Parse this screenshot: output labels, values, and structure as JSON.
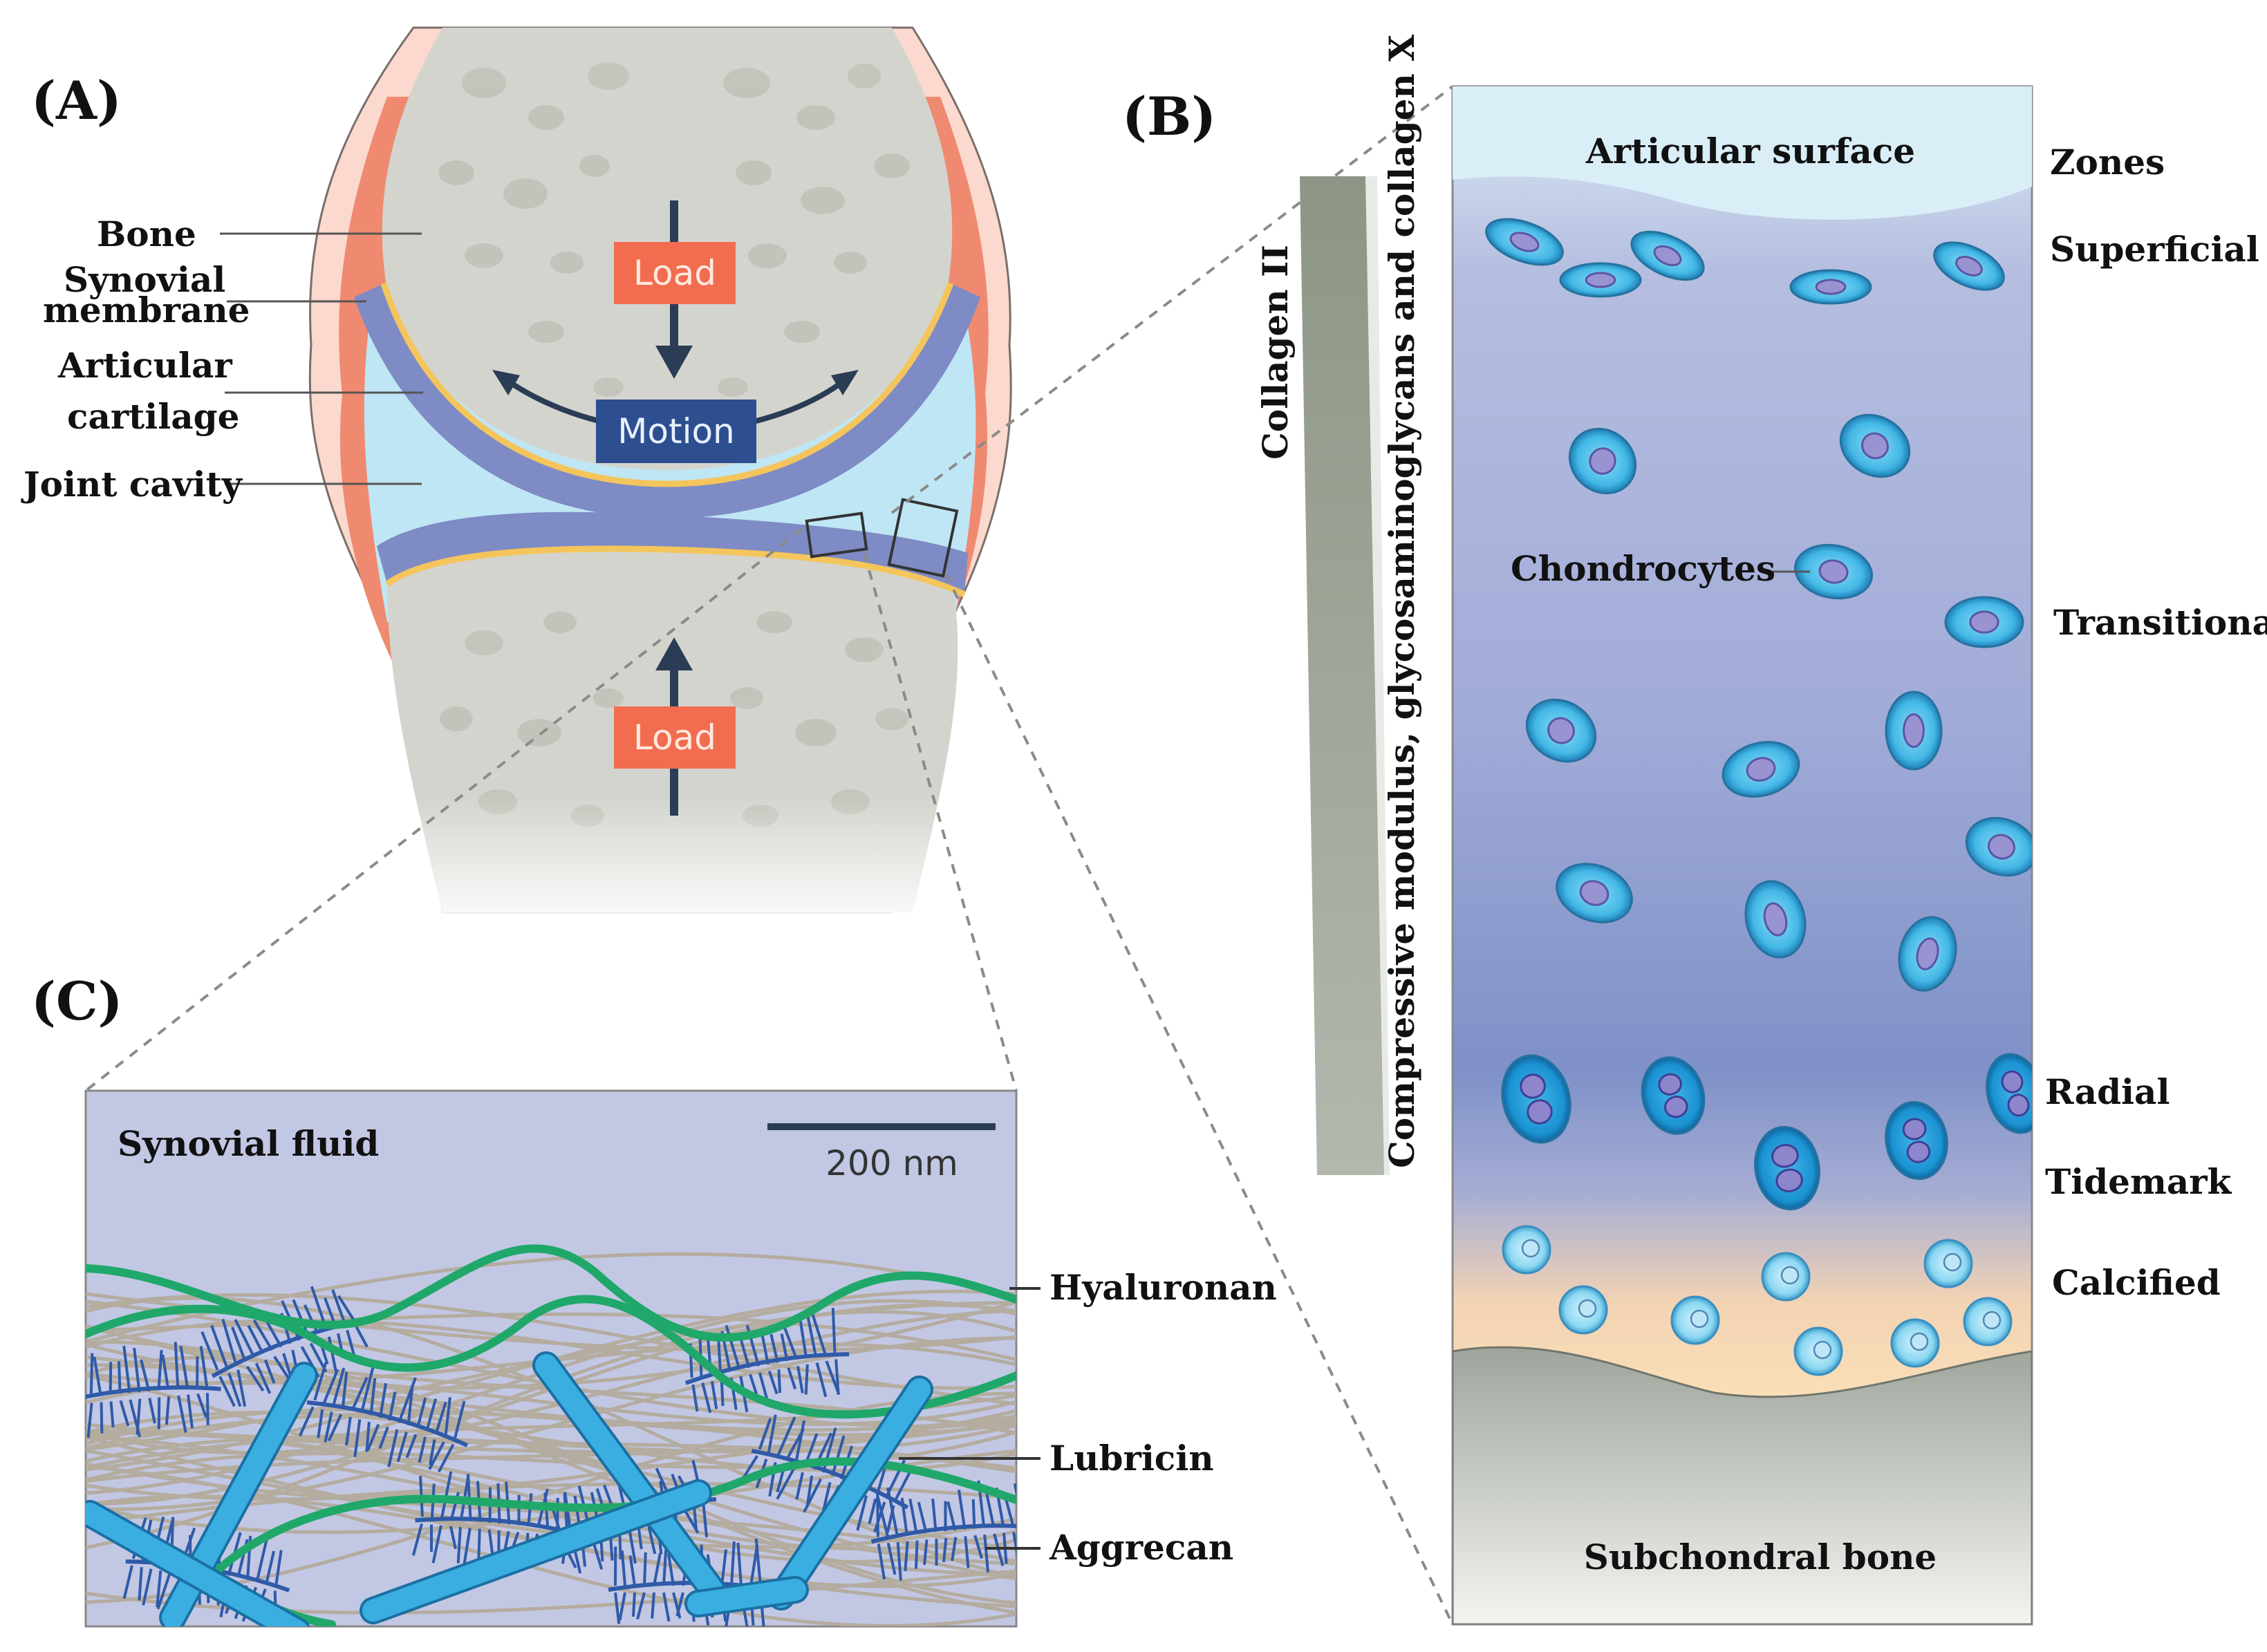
{
  "panel_a": {
    "letter": "(A)",
    "labels": {
      "bone": "Bone",
      "synovial_1": "Synovial",
      "synovial_2": "membrane",
      "articular_1": "Articular",
      "articular_2": "cartilage",
      "joint_cavity": "Joint cavity"
    },
    "load_top": "Load",
    "motion": "Motion",
    "load_bottom": "Load"
  },
  "panel_b": {
    "letter": "(B)",
    "gradient_label_1": "Collagen II",
    "gradient_label_2": "Compressive modulus, glycosaminoglycans  and collagen X",
    "articular_surface": "Articular surface",
    "chondrocytes": "Chondrocytes",
    "subchondral_bone": "Subchondral bone",
    "zones_title": "Zones",
    "zones": {
      "superficial": "Superficial",
      "transitional": "Transitional",
      "radial": "Radial",
      "tidemark": "Tidemark",
      "calcified": "Calcified"
    }
  },
  "panel_c": {
    "letter": "(C)",
    "synovial_fluid": "Synovial fluid",
    "scale_bar": "200 nm",
    "hyaluronan": "Hyaluronan",
    "lubricin": "Lubricin",
    "aggrecan": "Aggrecan"
  },
  "colors": {
    "bone": "#d4d4ce",
    "cavity": "#bfe6f4",
    "cartilage": "#7e8bc4",
    "synovium": "#ef8a70",
    "load_box": "#f26d4f",
    "motion_box": "#2d4f8f",
    "hyaluronan": "#1fa86a",
    "lubricin": "#3aaee0",
    "aggrecan": "#2f5aa8"
  }
}
